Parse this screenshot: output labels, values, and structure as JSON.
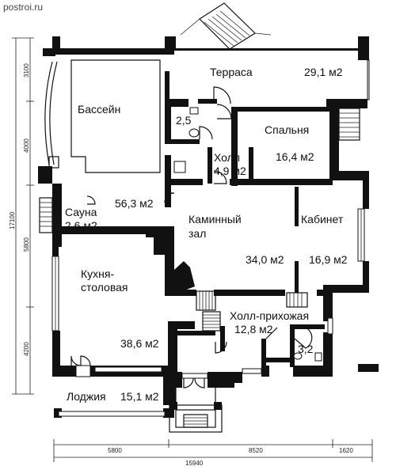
{
  "site": {
    "watermark": "postroi.ru"
  },
  "rooms": [
    {
      "id": "terrace",
      "label": "Терраса",
      "area": "29,1 м2"
    },
    {
      "id": "pool",
      "label": "Бассейн",
      "area": ""
    },
    {
      "id": "wc-top",
      "label": "",
      "area": "2,5"
    },
    {
      "id": "bedroom",
      "label": "Спальня",
      "area": "16,4 м2"
    },
    {
      "id": "hall-small",
      "label": "Холл",
      "area": "4,9 м2"
    },
    {
      "id": "pool-zone",
      "label": "",
      "area": "56,3 м2"
    },
    {
      "id": "sauna",
      "label": "Сауна",
      "area": "2,6 м2"
    },
    {
      "id": "fireplace",
      "label_line1": "Каминный",
      "label_line2": "зал",
      "area": "34,0 м2"
    },
    {
      "id": "study",
      "label": "Кабинет",
      "area": "16,9 м2"
    },
    {
      "id": "kitchen",
      "label_line1": "Кухня-",
      "label_line2": "столовая",
      "area": "38,6 м2"
    },
    {
      "id": "entrance-hall",
      "label": "Холл-прихожая",
      "area": "12,8 м2"
    },
    {
      "id": "wc-bottom",
      "label": "",
      "area": "3,2"
    },
    {
      "id": "loggia",
      "label": "Лоджия",
      "area": "15,1 м2"
    }
  ],
  "dimensions": {
    "left": [
      "3100",
      "4000",
      "5800",
      "4200"
    ],
    "left_total": "17100",
    "bottom": [
      "5800",
      "8520",
      "1620"
    ],
    "bottom_total": "15940"
  }
}
